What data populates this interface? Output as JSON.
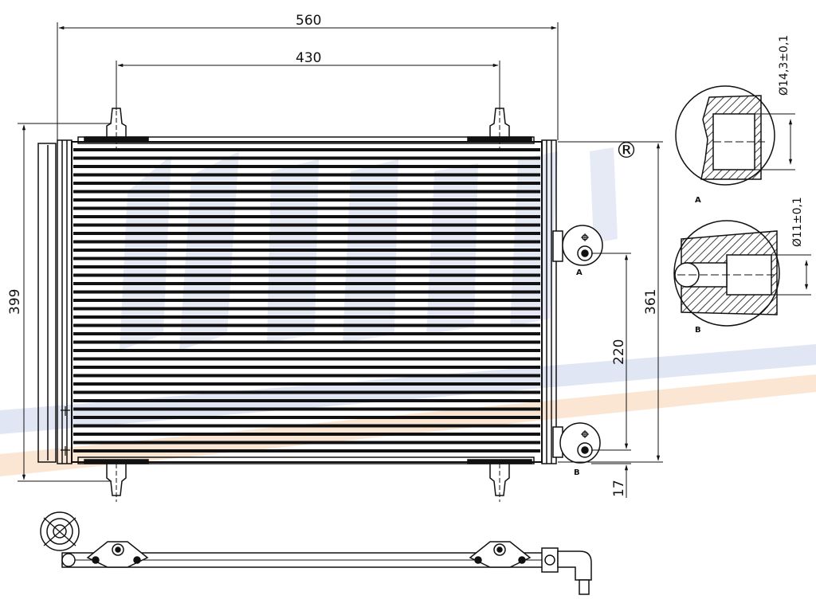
{
  "drawing": {
    "ink_color": "#111111",
    "watermark_blue": "#dde2f2",
    "watermark_orange": "#fbe3cf",
    "watermark_symbol": "®"
  },
  "dimensions": {
    "overall_width": "560",
    "mount_spacing": "430",
    "overall_height": "399",
    "core_height": "361",
    "port_spacing": "220",
    "port_offset": "17"
  },
  "details": {
    "port_a_label": "A",
    "port_b_label": "B",
    "port_a_diameter": "Ø14,3±0,1",
    "port_b_diameter": "Ø11±0,1"
  }
}
